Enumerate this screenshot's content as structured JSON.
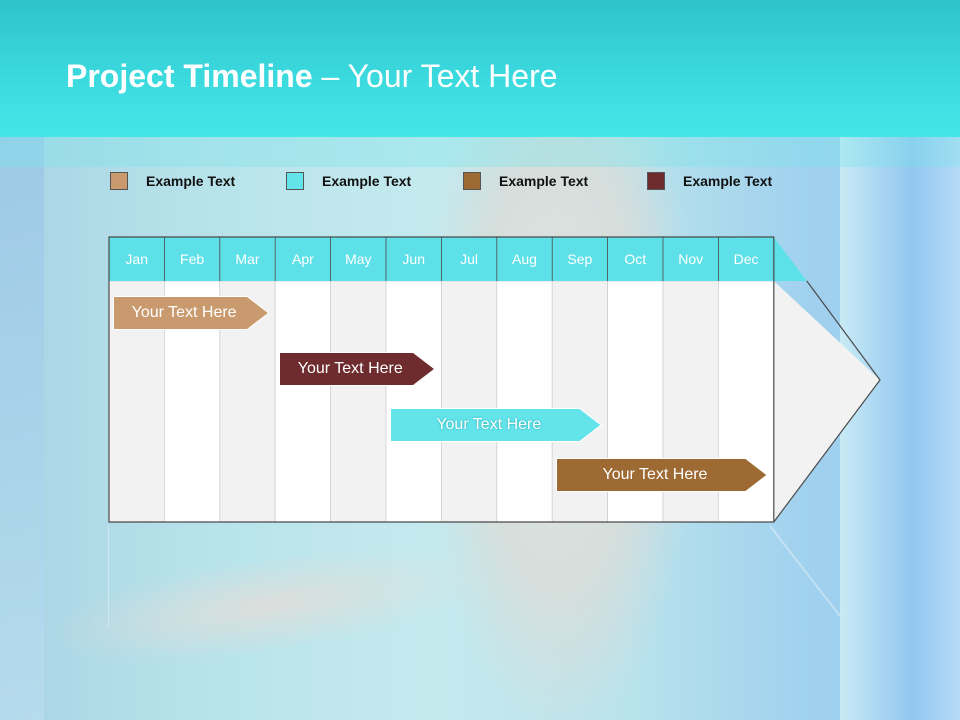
{
  "slide": {
    "title_bold": "Project Timeline",
    "title_rest": " – Your Text Here"
  },
  "legend": [
    {
      "label": "Example Text",
      "color": "#c99a6e"
    },
    {
      "label": "Example Text",
      "color": "#62e4ea"
    },
    {
      "label": "Example Text",
      "color": "#9c6a32"
    },
    {
      "label": "Example Text",
      "color": "#6f2c2e"
    }
  ],
  "months": [
    "Jan",
    "Feb",
    "Mar",
    "Apr",
    "May",
    "Jun",
    "Jul",
    "Aug",
    "Sep",
    "Oct",
    "Nov",
    "Dec"
  ],
  "tasks": [
    {
      "label": "Your  Text Here",
      "start_month": 1.0,
      "end_month": 4.0,
      "color": "#c99a6e"
    },
    {
      "label": "Your  Text Here",
      "start_month": 4.0,
      "end_month": 7.0,
      "color": "#6f2c2e"
    },
    {
      "label": "Your  Text Here",
      "start_month": 6.0,
      "end_month": 10.0,
      "color": "#62e4ea"
    },
    {
      "label": "Your  Text Here",
      "start_month": 9.0,
      "end_month": 13.0,
      "color": "#9c6a32"
    }
  ],
  "colors": {
    "header_accent": "#3ad9de",
    "month_bar": "#5ee0e8",
    "column_light": "#f2f2f2",
    "column_white": "#ffffff"
  }
}
